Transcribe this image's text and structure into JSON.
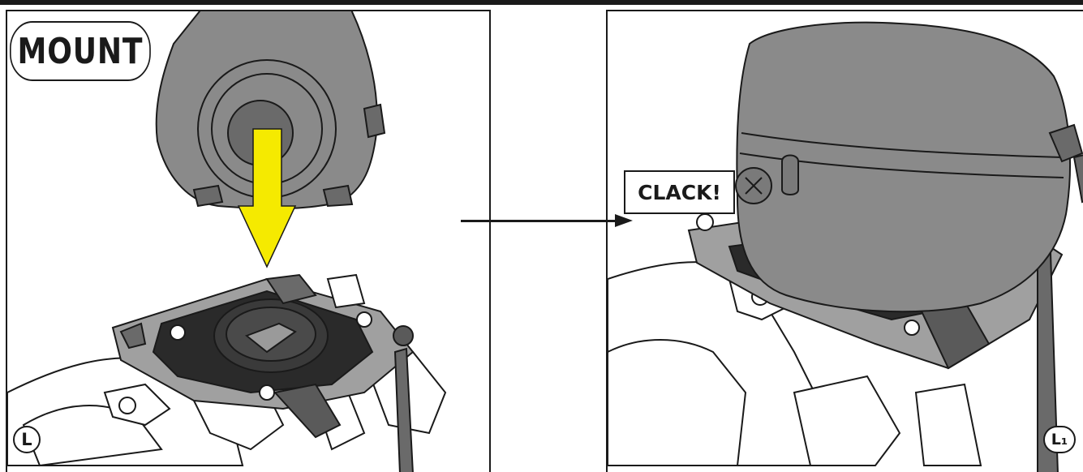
{
  "labels": {
    "mount": "MOUNT",
    "clack": "CLACK!",
    "step_left": "L",
    "step_right": "L₁"
  },
  "colors": {
    "arrow_fill": "#f5ea00",
    "bag_gray": "#8a8a8a",
    "plate_black": "#2a2a2a",
    "mount_gray": "#a0a0a0",
    "outline": "#1a1a1a"
  },
  "icons": {
    "down_arrow": "yellow-down-arrow-icon",
    "transition_arrow": "right-arrow-icon"
  }
}
